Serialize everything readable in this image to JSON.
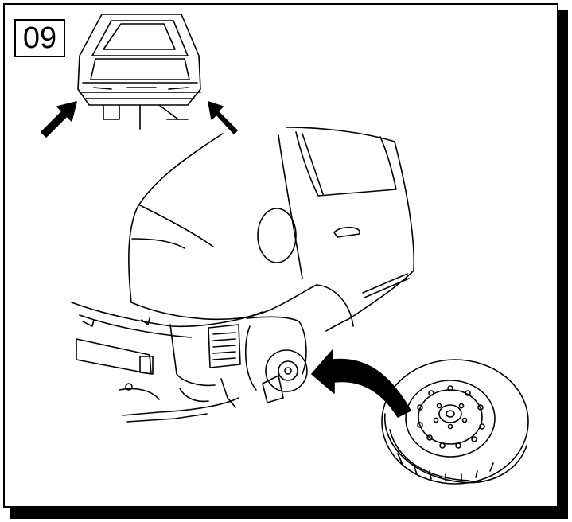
{
  "step": {
    "number": "09"
  },
  "colors": {
    "line": "#000000",
    "paper": "#ffffff"
  },
  "illustration": {
    "inset": "car-rear-view-icon",
    "main": "car-rear-quarter-drawing",
    "wheel": "spare-wheel-drawing",
    "arrows": [
      "arrow-icon",
      "arrow-icon",
      "curved-arrow-icon"
    ]
  }
}
